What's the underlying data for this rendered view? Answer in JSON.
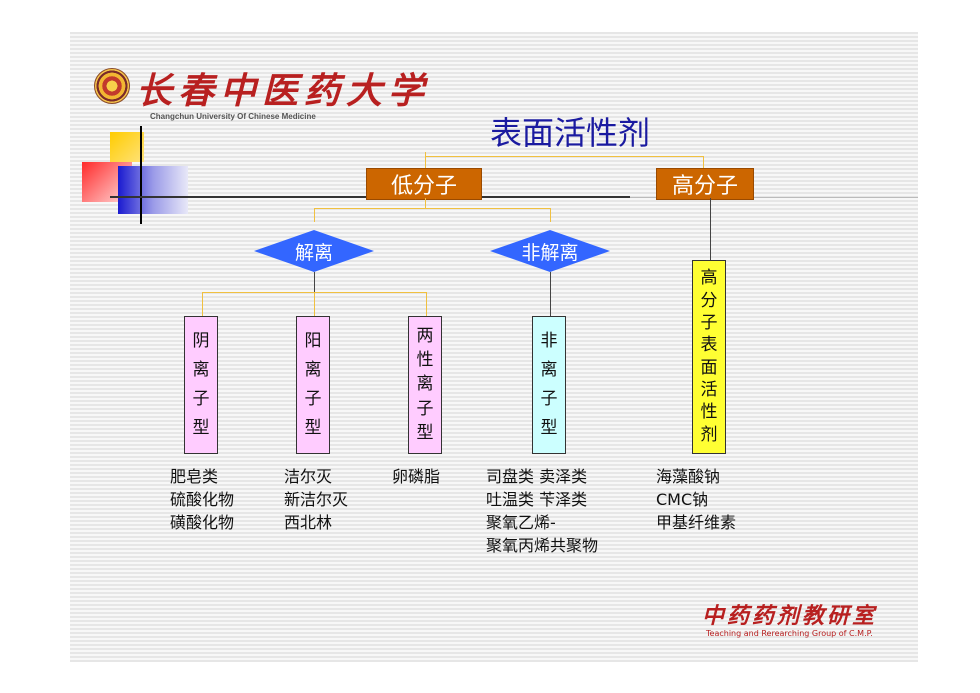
{
  "header": {
    "logo_cn": "长春中医药大学",
    "logo_en": "Changchun University Of Chinese Medicine"
  },
  "title": "表面活性剂",
  "level1": {
    "low": "低分子",
    "high": "高分子"
  },
  "level2": {
    "ionic": "解离",
    "nonionic": "非解离"
  },
  "types": [
    {
      "chars": [
        "阴",
        "离",
        "子",
        "型"
      ],
      "color": "#ffccff"
    },
    {
      "chars": [
        "阳",
        "离",
        "子",
        "型"
      ],
      "color": "#ffccff"
    },
    {
      "chars": [
        "两",
        "性",
        "离",
        "子",
        "型"
      ],
      "color": "#ffccff"
    },
    {
      "chars": [
        "非",
        "离",
        "子",
        "型"
      ],
      "color": "#ccffff"
    },
    {
      "chars": [
        "高",
        "分",
        "子",
        "表",
        "面",
        "活",
        "性",
        "剂"
      ],
      "color": "#ffff33"
    }
  ],
  "examples": [
    [
      "肥皂类",
      "硫酸化物",
      "磺酸化物"
    ],
    [
      "洁尔灭",
      "新洁尔灭",
      "西北林"
    ],
    [
      "卵磷脂"
    ],
    [
      "司盘类 卖泽类",
      "吐温类 苄泽类",
      "聚氧乙烯-",
      "聚氧丙烯共聚物"
    ],
    [
      "海藻酸钠",
      "CMC钠",
      "甲基纤维素"
    ]
  ],
  "footer": {
    "cn": "中药药剂教研室",
    "en": "Teaching and Rerearching Group of C.M.P."
  },
  "colors": {
    "title": "#1a1aa0",
    "orange_box": "#cc6600",
    "diamond": "#3366ff",
    "connector": "#f0c040",
    "logo_red": "#b82020"
  }
}
